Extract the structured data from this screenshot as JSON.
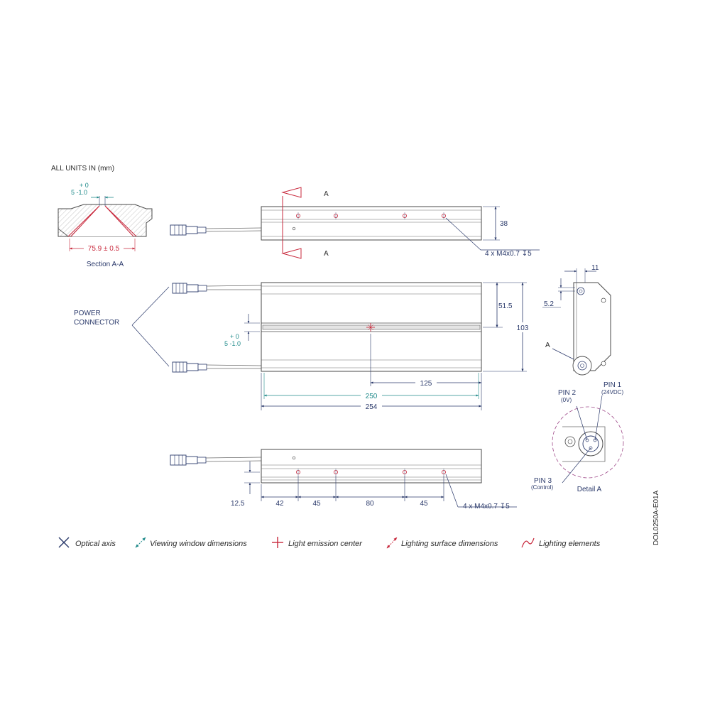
{
  "header": {
    "units_note": "ALL UNITS IN (mm)"
  },
  "section": {
    "tol_top": "+ 0",
    "tol_bottom": "5 -1.0",
    "width_dim": "75.9 ± 0.5",
    "caption": "Section A-A"
  },
  "top_view": {
    "section_marker_top": "A",
    "section_marker_bottom": "A",
    "height_dim": "38",
    "holes_note": "4 x M4x0.7 ↧5"
  },
  "front_view": {
    "connector_label_line1": "POWER",
    "connector_label_line2": "CONNECTOR",
    "slot_tol_top": "+ 0",
    "slot_tol_bottom": "5 -1.0",
    "dim_half_height": "51.5",
    "dim_height": "103",
    "dim_center": "125",
    "dim_window": "250",
    "dim_length": "254"
  },
  "bottom_view": {
    "height_dim": "12.5",
    "spacing": [
      "42",
      "45",
      "80",
      "45"
    ],
    "holes_note": "4 x M4x0.7 ↧5"
  },
  "side_view": {
    "dim_offset": "11",
    "dim_height": "5.2",
    "detail_marker": "A"
  },
  "detail_a": {
    "pin1": "PIN 1",
    "pin1_sub": "(24VDC)",
    "pin2": "PIN 2",
    "pin2_sub": "(0V)",
    "pin3": "PIN 3",
    "pin3_sub": "(Control)",
    "caption": "Detail A"
  },
  "legend": [
    {
      "icon": "x-cross-icon",
      "label": "Optical axis",
      "color": "#2b3a6b"
    },
    {
      "icon": "double-arrow-icon",
      "label": "Viewing window dimensions",
      "color": "#1f8a8a"
    },
    {
      "icon": "plus-icon",
      "label": "Light emission center",
      "color": "#c8283c"
    },
    {
      "icon": "double-arrow-icon",
      "label": "Lighting surface dimensions",
      "color": "#c8283c"
    },
    {
      "icon": "wave-icon",
      "label": "Lighting elements",
      "color": "#c8283c"
    }
  ],
  "drawing_number": "DOL0250A-E01A",
  "colors": {
    "line": "#2b3a6b",
    "teal": "#1f8a8a",
    "red": "#c8283c",
    "outline": "#4a4a4a"
  }
}
